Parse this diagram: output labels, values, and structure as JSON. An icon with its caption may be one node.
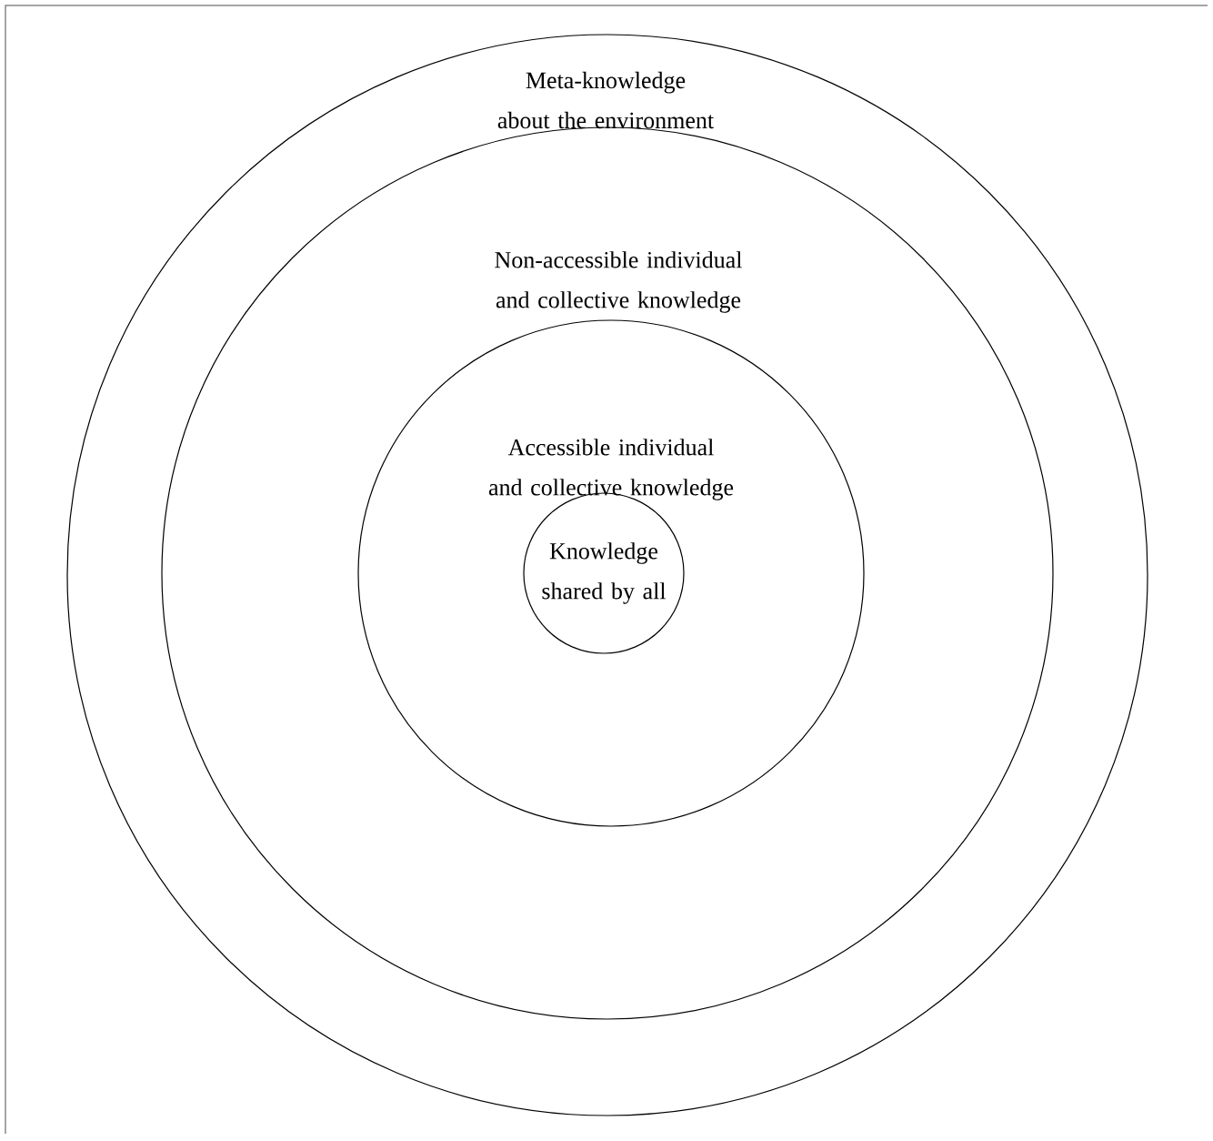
{
  "diagram": {
    "nodes": [
      {
        "text": [
          "Meta-knowledge about the environment"
        ]
      },
      {
        "text": [
          "Non-accessible individual and collective knowledge"
        ],
        "in": 0
      },
      {
        "text": [
          "Accessible individual and collective knowledge"
        ],
        "in": 1
      },
      {
        "text": [
          "Knowledge shared by all"
        ],
        "in": 2
      }
    ]
  }
}
